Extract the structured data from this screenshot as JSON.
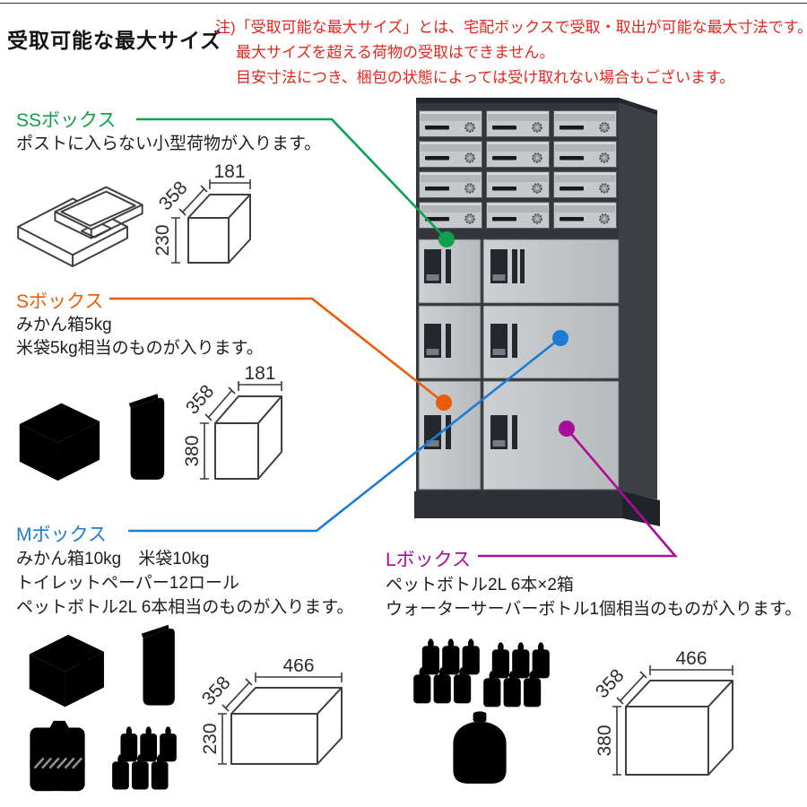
{
  "page": {
    "title": "受取可能な最大サイズ",
    "note_lines": [
      "注)「受取可能な最大サイズ」とは、宅配ボックスで受取・取出が可能な最大寸法です。",
      "最大サイズを超える荷物の受取はできません。",
      "目安寸法につき、梱包の状態によっては受け取れない場合もございます。"
    ],
    "note_color": "#e6251c"
  },
  "sections": [
    {
      "id": "ss",
      "label": "SSボックス",
      "color": "#0da14c",
      "desc_lines": [
        "ポストに入らない小型荷物が入ります。"
      ],
      "dims": {
        "width": "181",
        "depth": "358",
        "height": "230"
      }
    },
    {
      "id": "s",
      "label": "Sボックス",
      "color": "#eb5c0a",
      "desc_lines": [
        "みかん箱5kg",
        "米袋5kg相当のものが入ります。"
      ],
      "dims": {
        "width": "181",
        "depth": "358",
        "height": "380"
      }
    },
    {
      "id": "m",
      "label": "Mボックス",
      "color": "#1b7cd4",
      "desc_lines": [
        "みかん箱10kg　米袋10kg",
        "トイレットペーパー12ロール",
        "ペットボトル2L 6本相当のものが入ります。"
      ],
      "dims": {
        "width": "466",
        "depth": "358",
        "height": "230"
      }
    },
    {
      "id": "l",
      "label": "Lボックス",
      "color": "#a90d9b",
      "desc_lines": [
        "ペットボトル2L 6本×2箱",
        "ウォーターサーバーボトル1個相当のものが入ります。"
      ],
      "dims": {
        "width": "466",
        "depth": "358",
        "height": "380"
      }
    }
  ]
}
